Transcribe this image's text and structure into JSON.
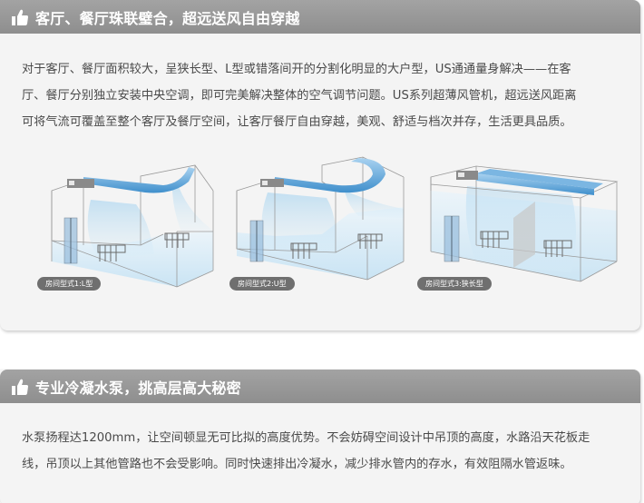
{
  "colors": {
    "header_gradient_top": "#a3a3a3",
    "header_gradient_bottom": "#8e8e8e",
    "card_background": "#f4f4f4",
    "body_text": "#4a4a4a",
    "duct_blue": "#5fa8dc",
    "airflow_blue": "#bfe0f4",
    "label_pill": "#6f6f6f"
  },
  "sections": [
    {
      "icon": "thumbs-up-icon",
      "title": "客厅、餐厅珠联璧合，超远送风自由穿越",
      "paragraph_lines": [
        "对于客厅、餐厅面积较大，呈狭长型、L型或错落间开的分割化明显的大户型，US通通量身解决——在客",
        "厅、餐厅分别独立安装中央空调，即可完美解决整体的空气调节问题。US系列超薄风管机，超远送风距离",
        "可将气流可覆盖至整个客厅及餐厅空间，让客厅餐厅自由穿越，美观、舒适与档次并存，生活更具品质。"
      ],
      "diagrams": [
        {
          "label": "房间型式1:L型",
          "type": "L-shape"
        },
        {
          "label": "房间型式2:U型",
          "type": "U-shape"
        },
        {
          "label": "房间型式3:狭长型",
          "type": "long-narrow"
        }
      ]
    },
    {
      "icon": "thumbs-up-icon",
      "title": "专业冷凝水泵，挑高层高大秘密",
      "paragraph_lines": [
        "水泵扬程达1200mm，让空间顿显无可比拟的高度优势。不会妨碍空间设计中吊顶的高度，水路沿天花板走",
        "线，吊顶以上其他管路也不会受影响。同时快速排出冷凝水，减少排水管内的存水，有效阻隔水管返味。"
      ]
    }
  ]
}
